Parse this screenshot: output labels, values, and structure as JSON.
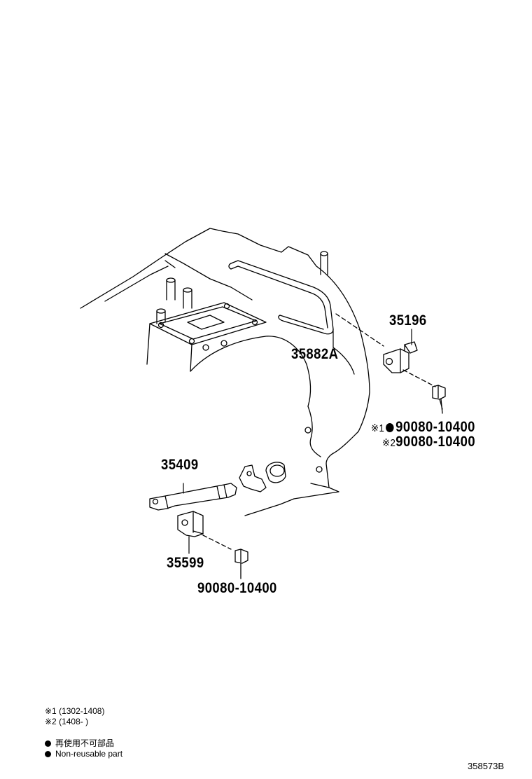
{
  "parts": {
    "p35196": "35196",
    "p35882a": "35882A",
    "bolt_top_1": "90080-10400",
    "bolt_top_2": "90080-10400",
    "mark_1": "※1",
    "mark_2": "※2",
    "p35409": "35409",
    "p35599": "35599",
    "bolt_bottom": "90080-10400"
  },
  "notes": {
    "mark1_label": "※1",
    "mark1_range": "(1302-1408)",
    "mark2_label": "※2",
    "mark2_range": "(1408-        )",
    "nonreusable_jp": "再使用不可部品",
    "nonreusable_en": "Non-reusable part"
  },
  "illustration_id": "358573B"
}
